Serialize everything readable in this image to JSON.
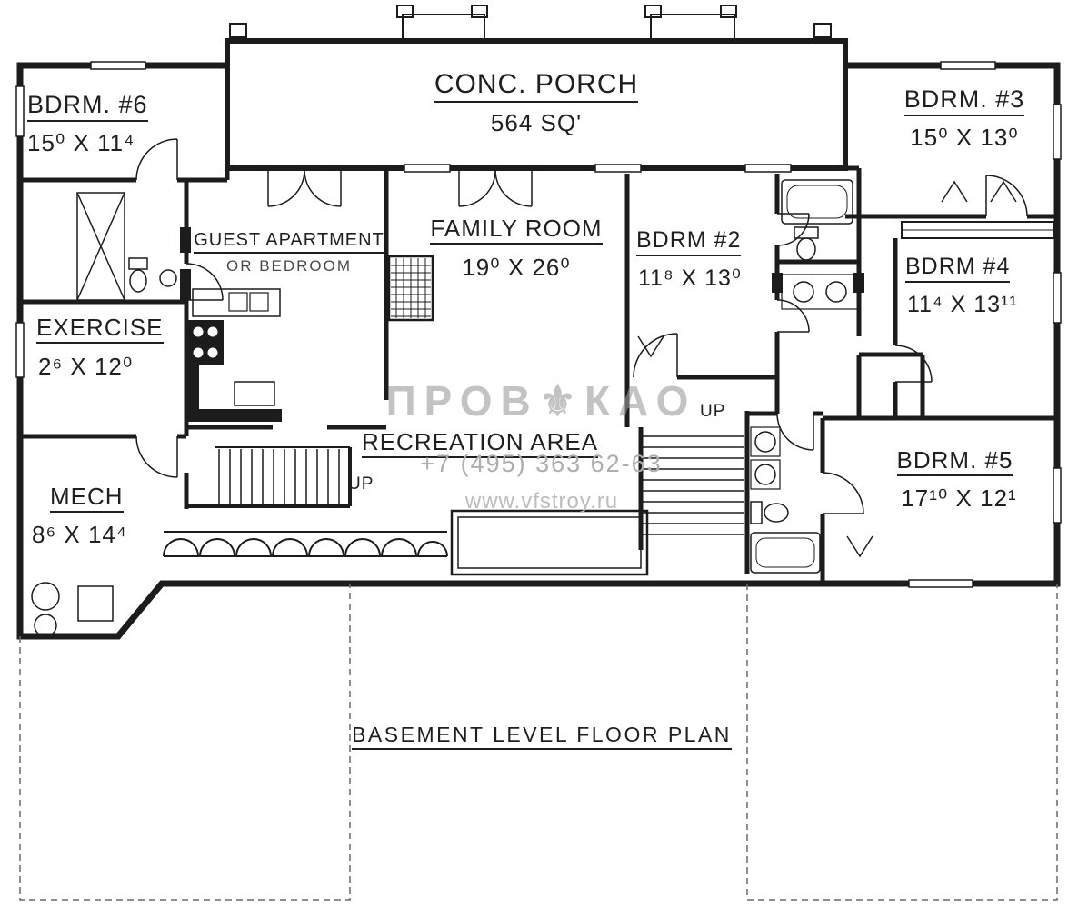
{
  "title": "BASEMENT LEVEL FLOOR PLAN",
  "porch": {
    "name": "CONC. PORCH",
    "area": "564 SQ'"
  },
  "rooms": {
    "bdrm6": {
      "name": "BDRM. #6",
      "dims": "15⁰ X 11⁴"
    },
    "bdrm3": {
      "name": "BDRM. #3",
      "dims": "15⁰ X 13⁰"
    },
    "guest": {
      "name": "GUEST APARTMENT",
      "subname": "OR BEDROOM"
    },
    "family": {
      "name": "FAMILY ROOM",
      "dims": "19⁰ X 26⁰"
    },
    "bdrm2": {
      "name": "BDRM #2",
      "dims": "11⁸ X 13⁰"
    },
    "bdrm4": {
      "name": "BDRM #4",
      "dims": "11⁴ X 13¹¹"
    },
    "exercise": {
      "name": "EXERCISE",
      "dims": "2⁶ X 12⁰"
    },
    "recreation": {
      "name": "RECREATION AREA"
    },
    "mech": {
      "name": "MECH",
      "dims": "8⁶ X 14⁴"
    },
    "bdrm5": {
      "name": "BDRM. #5",
      "dims": "17¹⁰ X 12¹"
    }
  },
  "stairs": {
    "up_left": "UP",
    "up_right": "UP"
  },
  "watermark": {
    "logo": "ПРОВ⚜КАО",
    "phone": "+7 (495) 363 62-63",
    "site": "www.vfstroy.ru"
  },
  "palette": {
    "ink": "#1c1c1c",
    "watermark": "#aeaeae"
  }
}
